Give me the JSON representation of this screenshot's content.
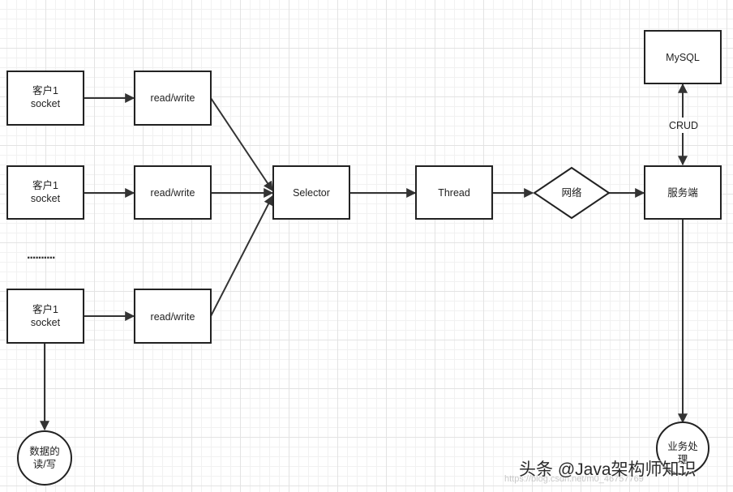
{
  "nodes": {
    "client1_label": "客户1",
    "client1_sub": "socket",
    "client2_label": "客户1",
    "client2_sub": "socket",
    "client3_label": "客户1",
    "client3_sub": "socket",
    "ellipsis": "..........",
    "rw1": "read/write",
    "rw2": "read/write",
    "rw3": "read/write",
    "selector": "Selector",
    "thread": "Thread",
    "network": "网络",
    "server": "服务端",
    "mysql": "MySQL",
    "crud": "CRUD",
    "data_rw_line1": "数据的",
    "data_rw_line2": "读/写",
    "business_line1": "业务处",
    "business_line2": "理"
  },
  "watermark": {
    "main": "头条 @Java架构师知识",
    "sub": "https://blog.csdn.net/m0_46757769"
  }
}
